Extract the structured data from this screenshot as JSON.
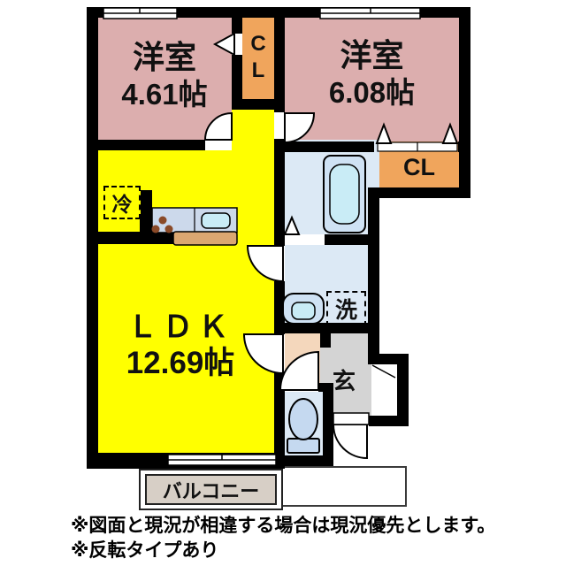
{
  "rooms": {
    "west1": {
      "label": "洋室",
      "size": "4.61帖"
    },
    "west2": {
      "label": "洋室",
      "size": "6.08帖"
    },
    "ldk": {
      "label": "ＬＤＫ",
      "size": "12.69帖"
    },
    "closet_top": {
      "line1": "C",
      "line2": "L"
    },
    "closet_right": {
      "label": "CL"
    },
    "entrance": {
      "label": "玄"
    },
    "balcony": {
      "label": "バルコニー"
    }
  },
  "fixtures": {
    "refrigerator_label": "冷",
    "washing_machine_label": "洗"
  },
  "notes": [
    "※図面と現況が相違する場合は現況優先とします。",
    "※反転タイプあり"
  ],
  "colors": {
    "room_pink": "#dcaeae",
    "closet_orange": "#f0a55c",
    "ldk_yellow": "#ffff00",
    "wet_area_blue": "#dce9f5",
    "fixture_blue": "#c9ecf6",
    "tub_blue": "#cfe2f4",
    "entrance_gray": "#d4d4d4",
    "hall_peach": "#f4d7bc",
    "balcony_beige": "#d7cfc6",
    "counter_tan": "#dba771",
    "burner_brown": "#8a4a28",
    "wall_black": "#000000"
  }
}
